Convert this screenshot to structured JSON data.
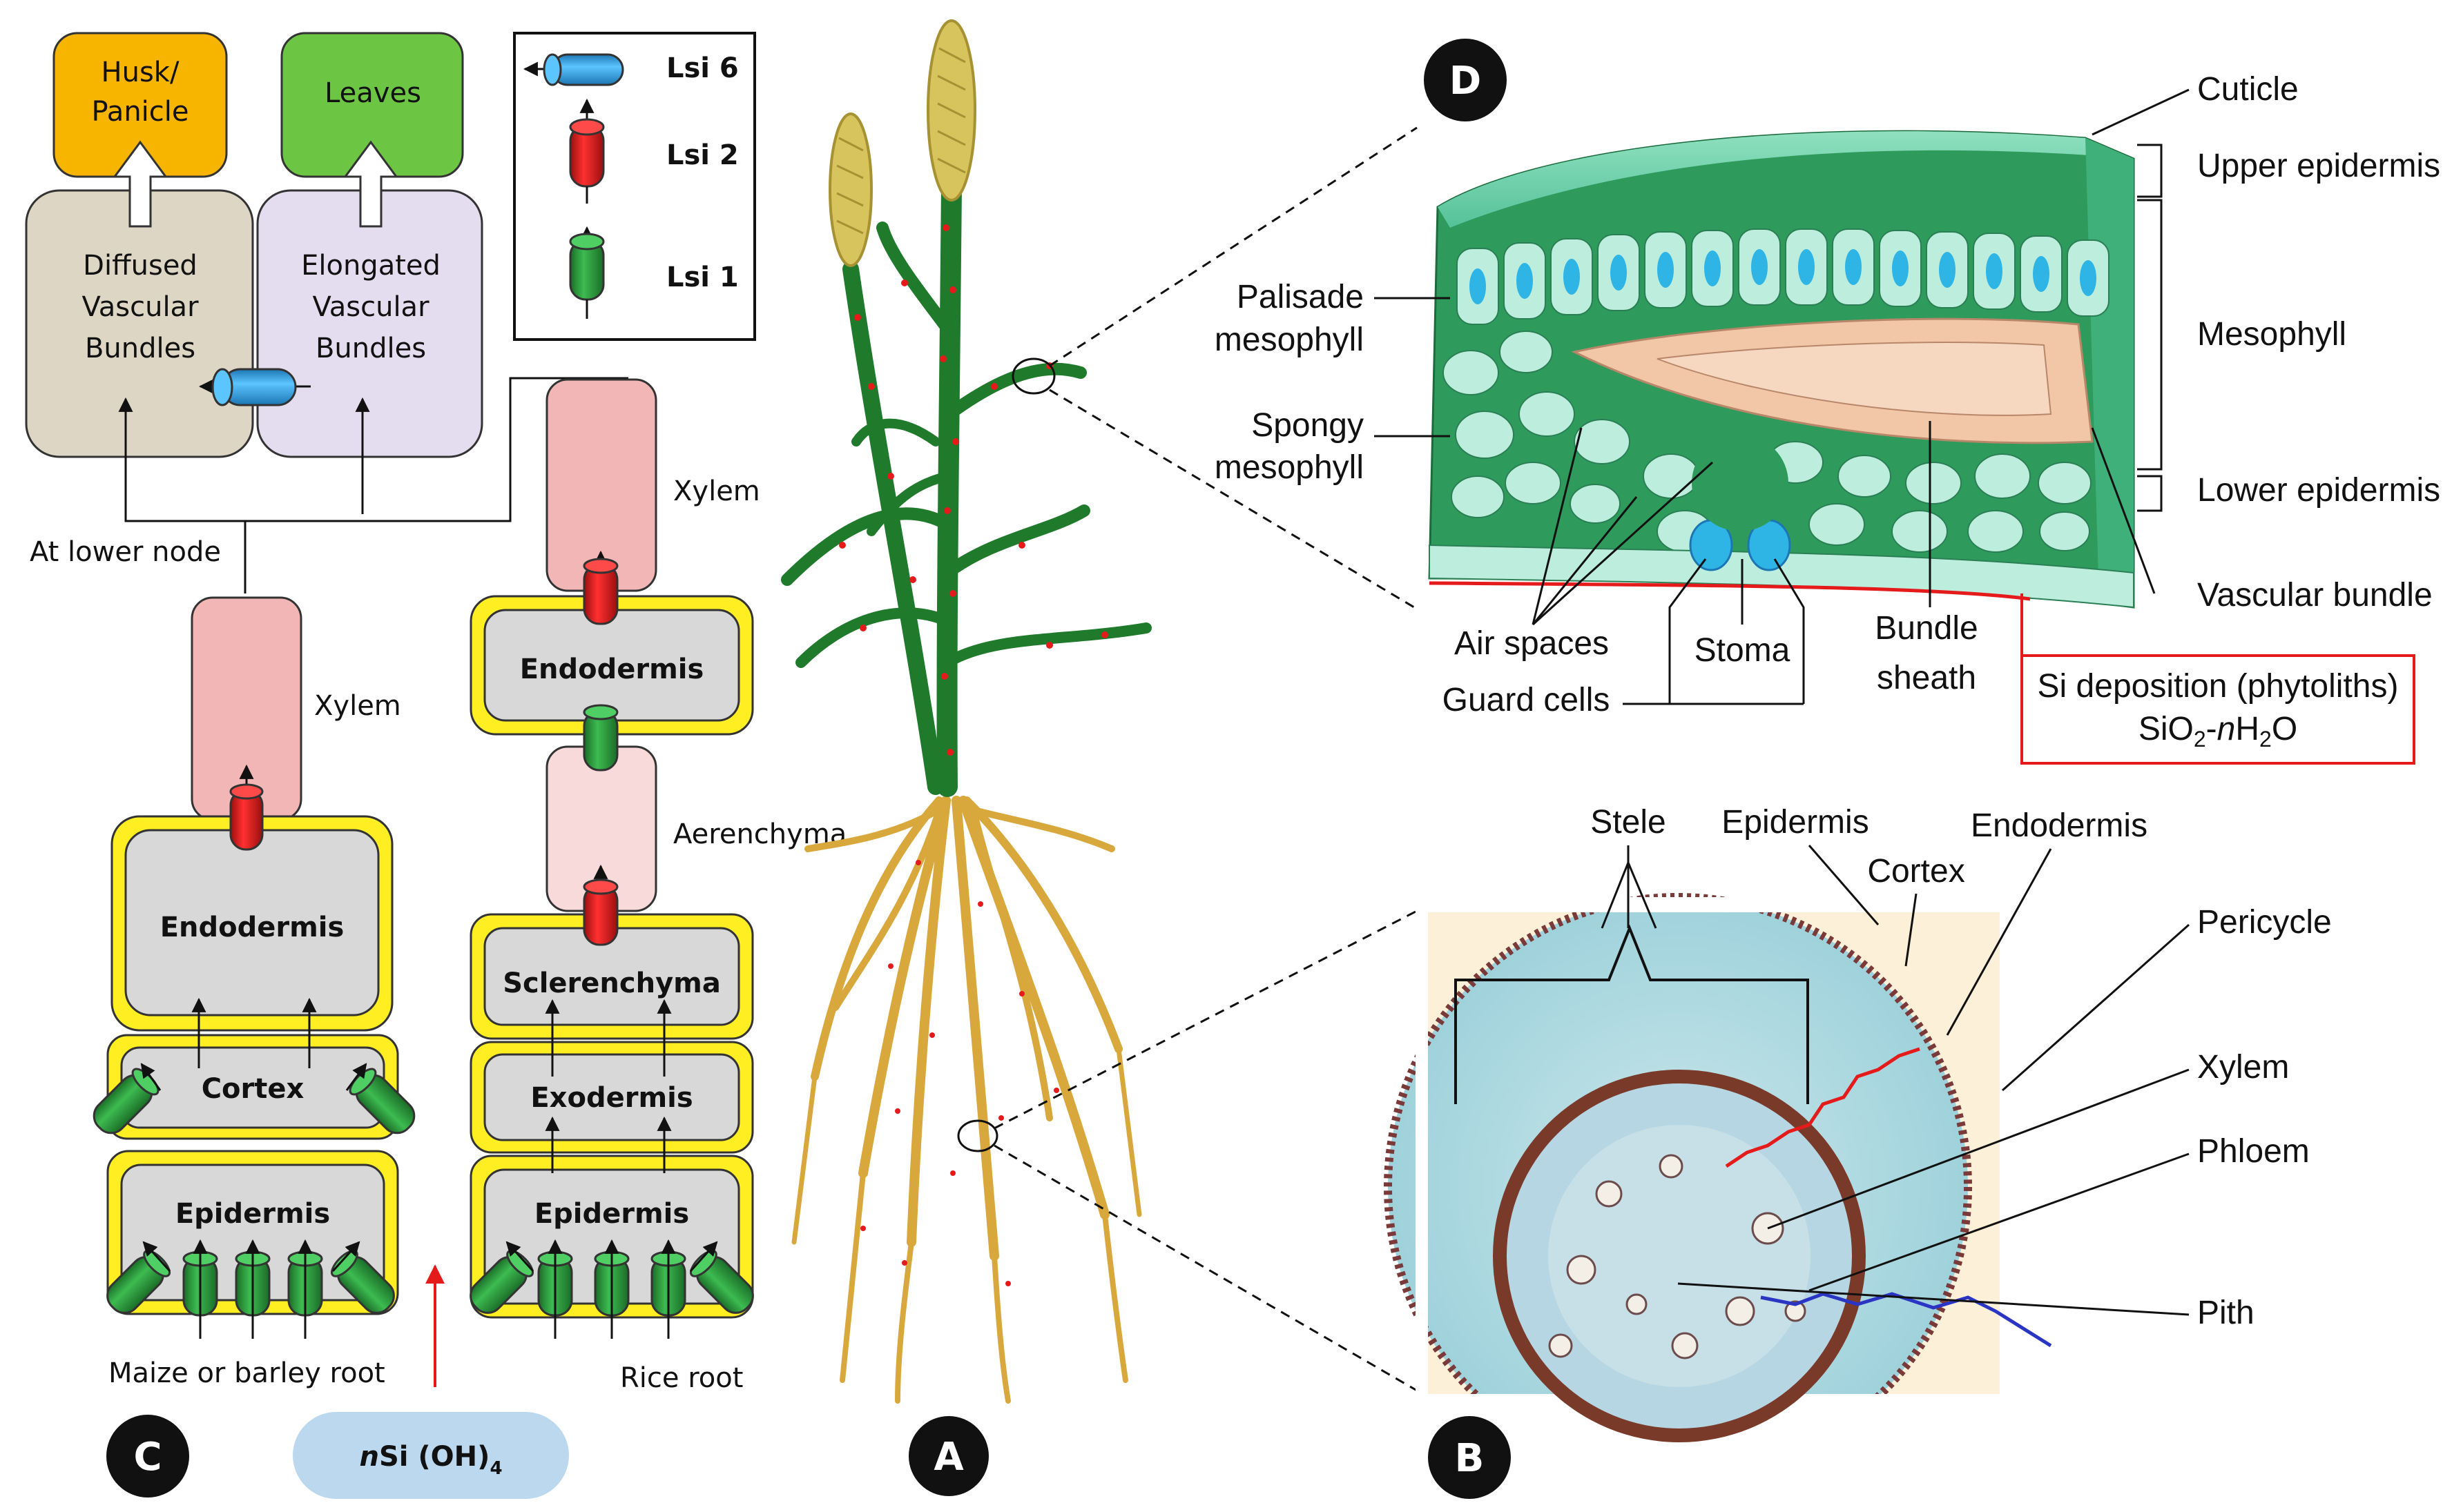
{
  "panels": {
    "a": "A",
    "b": "B",
    "c": "C",
    "d": "D"
  },
  "panel_c": {
    "husk": [
      "Husk/",
      "Panicle"
    ],
    "leaves": "Leaves",
    "diffused": [
      "Diffused",
      "Vascular",
      "Bundles"
    ],
    "elongated": [
      "Elongated",
      "Vascular",
      "Bundles"
    ],
    "legend": {
      "lsi6": "Lsi 6",
      "lsi2": "Lsi 2",
      "lsi1": "Lsi 1"
    },
    "lower_node": "At lower node",
    "maize": {
      "xylem": "Xylem",
      "endodermis": "Endodermis",
      "cortex": "Cortex",
      "epidermis": "Epidermis",
      "caption": "Maize or barley root"
    },
    "rice": {
      "xylem": "Xylem",
      "endodermis": "Endodermis",
      "aerenchyma": "Aerenchyma",
      "sclerenchyma": "Sclerenchyma",
      "exodermis": "Exodermis",
      "epidermis": "Epidermis",
      "caption": "Rice root"
    },
    "silicic_prefix": "n",
    "silicic_main": "Si (OH)",
    "silicic_sub": "4"
  },
  "panel_d": {
    "cuticle": "Cuticle",
    "upper_epidermis": "Upper epidermis",
    "mesophyll": "Mesophyll",
    "lower_epidermis": "Lower epidermis",
    "vascular_bundle": "Vascular bundle",
    "palisade": [
      "Palisade",
      "mesophyll"
    ],
    "spongy": [
      "Spongy",
      "mesophyll"
    ],
    "air_spaces": "Air spaces",
    "guard_cells": "Guard cells",
    "stoma": "Stoma",
    "bundle_sheath": [
      "Bundle",
      "sheath"
    ],
    "si_deposition": "Si deposition (phytoliths)",
    "sio2_a": "SiO",
    "sio2_b": "2",
    "sio2_c": "-",
    "sio2_d": "n",
    "sio2_e": "H",
    "sio2_f": "2",
    "sio2_g": "O"
  },
  "panel_b": {
    "stele": "Stele",
    "epidermis": "Epidermis",
    "cortex": "Cortex",
    "endodermis": "Endodermis",
    "pericycle": "Pericycle",
    "xylem": "Xylem",
    "phloem": "Phloem",
    "pith": "Pith"
  },
  "colors": {
    "husk": "#f8b500",
    "leaves": "#6cc644",
    "diffused": "#ddd6c5",
    "elongated": "#e4dcef",
    "xylem": "#f2b6b6",
    "aerenchyma": "#f8dada",
    "tissue": "#d8d8d8",
    "cellwall": "#ffee22",
    "lsi1": "#2f9a3e",
    "lsi2": "#e51b1b",
    "lsi6": "#2fa3e6",
    "si_pill": "#bcd8ef",
    "leaf_green": "#2e9b5c",
    "bundle_sheath": "#f1c7a7",
    "section_bg": "#fdf0d8"
  }
}
